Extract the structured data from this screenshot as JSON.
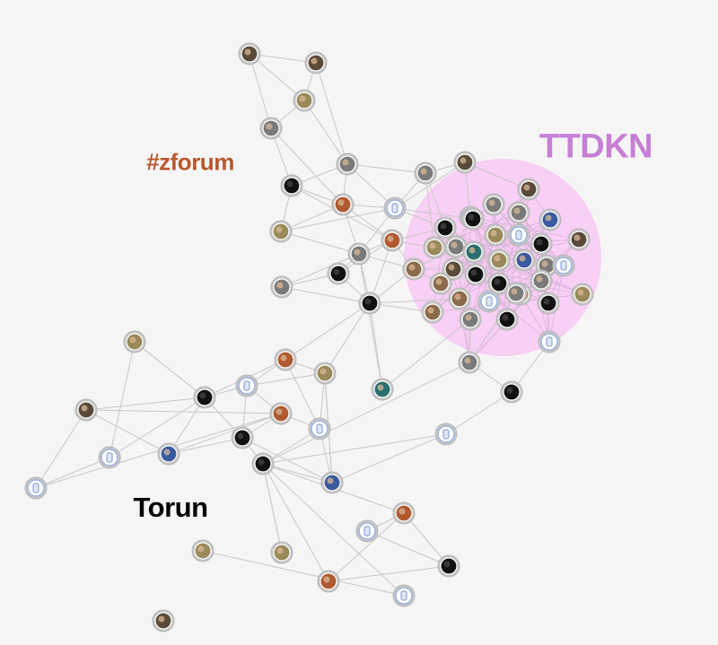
{
  "labels": {
    "zforum": "#zforum",
    "ttdkn": "TTDKN",
    "torun": "Torun"
  },
  "colors": {
    "background": "#f5f5f5",
    "zforum_label": "#b8582e",
    "ttdkn_label": "#c77fd6",
    "ttdkn_cluster": "#f8c8f4",
    "torun_label": "#000000",
    "node_ring": "#c7c7c7",
    "edge": "#c8c8c8"
  },
  "node_styles": [
    "dark",
    "brown",
    "gray",
    "olive",
    "red",
    "white",
    "black",
    "teal",
    "blue"
  ],
  "avatar_palette": [
    "#5a4a3a",
    "#8a6a4a",
    "#7a7a7a",
    "#9a8a5a",
    "#b05a30",
    "#ffffff",
    "#111111",
    "#2a6e6e",
    "#3a5aa0"
  ]
}
